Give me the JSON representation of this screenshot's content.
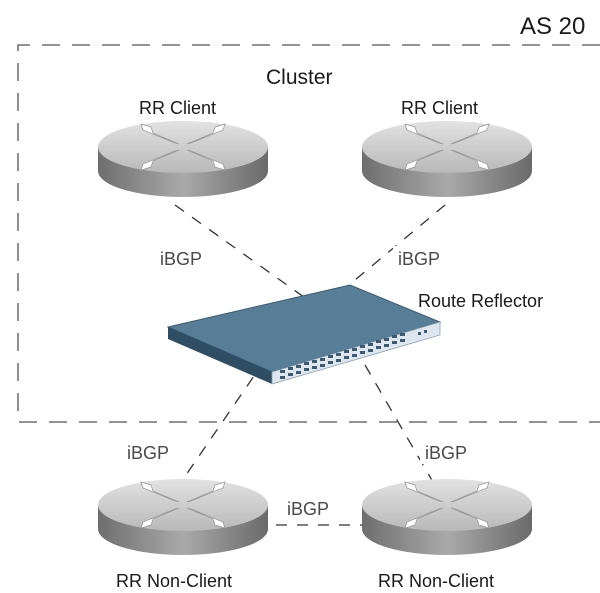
{
  "as_label": "AS 20",
  "cluster_label": "Cluster",
  "route_reflector_label": "Route Reflector",
  "routers": {
    "client_left": "RR Client",
    "client_right": "RR Client",
    "nonclient_left": "RR Non-Client",
    "nonclient_right": "RR Non-Client"
  },
  "links": {
    "client_left_rr": "iBGP",
    "client_right_rr": "iBGP",
    "rr_nonclient_left": "iBGP",
    "rr_nonclient_right": "iBGP",
    "nonclient_peer": "iBGP"
  },
  "colors": {
    "router_top": "#c6c6c6",
    "router_side": "#8c8c8c",
    "switch_top": "#577d97",
    "switch_front": "#dde6ee",
    "line": "#333333"
  }
}
